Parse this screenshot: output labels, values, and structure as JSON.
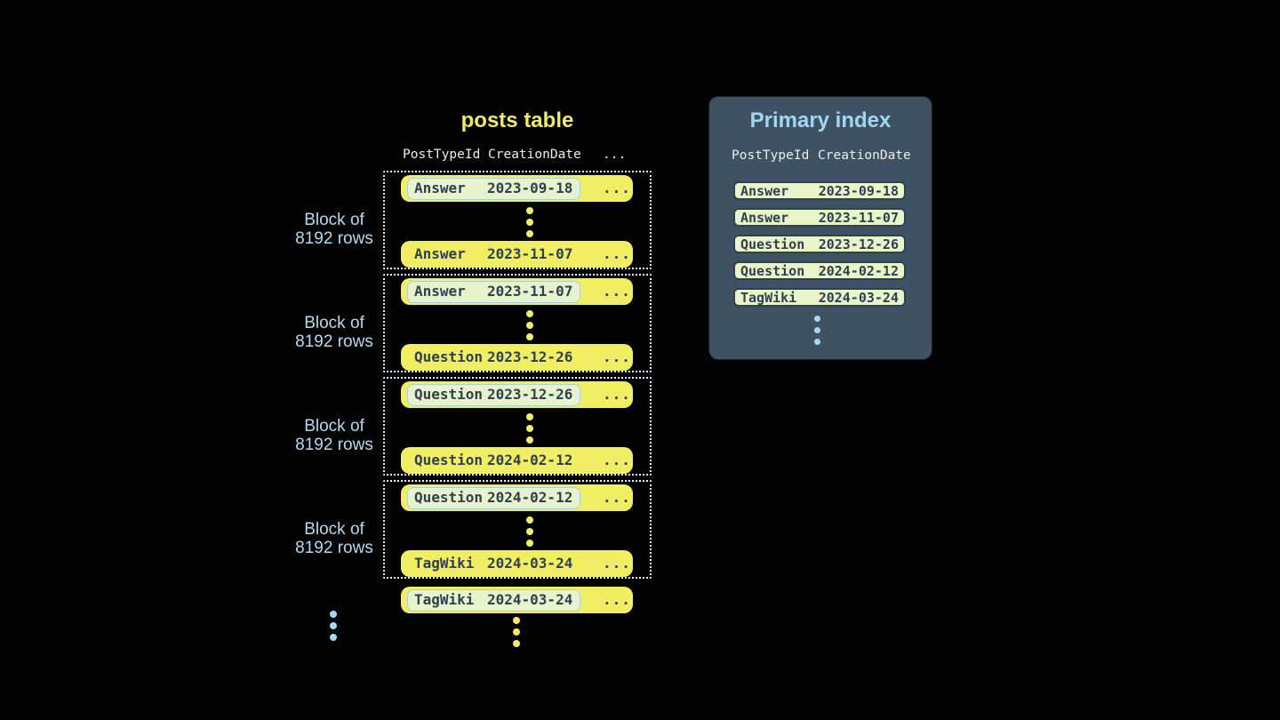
{
  "colors": {
    "background": "#030303",
    "row_yellow": "#f2ee63",
    "highlight_fill": "#e9f3cb",
    "highlight_border": "#a3d3e3",
    "dark_text": "#2d4152",
    "panel_background": "#3e5263",
    "panel_title_blue": "#9fd7f3",
    "block_label_blue": "#b4daee",
    "header_text": "#e9eef0",
    "dotted_border": "#e6f2f7"
  },
  "posts_table": {
    "title": "posts table",
    "headers": {
      "col1": "PostTypeId",
      "col2": "CreationDate",
      "col3": "..."
    },
    "block_label": {
      "line1": "Block of",
      "line2": "8192 rows"
    },
    "blocks": [
      {
        "first": {
          "type": "Answer",
          "date": "2023-09-18",
          "more": "..."
        },
        "last": {
          "type": "Answer",
          "date": "2023-11-07",
          "more": "..."
        }
      },
      {
        "first": {
          "type": "Answer",
          "date": "2023-11-07",
          "more": "..."
        },
        "last": {
          "type": "Question",
          "date": "2023-12-26",
          "more": "..."
        }
      },
      {
        "first": {
          "type": "Question",
          "date": "2023-12-26",
          "more": "..."
        },
        "last": {
          "type": "Question",
          "date": "2024-02-12",
          "more": "..."
        }
      },
      {
        "first": {
          "type": "Question",
          "date": "2024-02-12",
          "more": "..."
        },
        "last": {
          "type": "TagWiki",
          "date": "2024-03-24",
          "more": "..."
        }
      }
    ],
    "overflow_row": {
      "type": "TagWiki",
      "date": "2024-03-24",
      "more": "..."
    }
  },
  "primary_index": {
    "title": "Primary index",
    "headers": {
      "col1": "PostTypeId",
      "col2": "CreationDate"
    },
    "rows": [
      {
        "type": "Answer",
        "date": "2023-09-18"
      },
      {
        "type": "Answer",
        "date": "2023-11-07"
      },
      {
        "type": "Question",
        "date": "2023-12-26"
      },
      {
        "type": "Question",
        "date": "2024-02-12"
      },
      {
        "type": "TagWiki",
        "date": "2024-03-24"
      }
    ]
  }
}
